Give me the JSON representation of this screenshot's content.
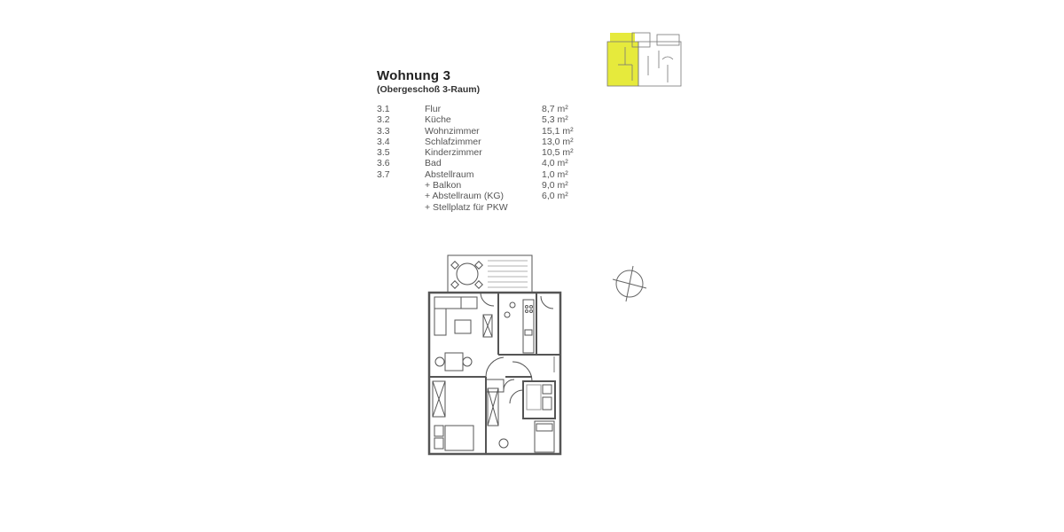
{
  "header": {
    "title": "Wohnung 3",
    "subtitle": "(Obergeschoß 3-Raum)"
  },
  "rooms": [
    {
      "num": "3.1",
      "name": "Flur",
      "area": "8,7 m²"
    },
    {
      "num": "3.2",
      "name": "Küche",
      "area": "5,3 m²"
    },
    {
      "num": "3.3",
      "name": "Wohnzimmer",
      "area": "15,1 m²"
    },
    {
      "num": "3.4",
      "name": "Schlafzimmer",
      "area": "13,0 m²"
    },
    {
      "num": "3.5",
      "name": "Kinderzimmer",
      "area": "10,5 m²"
    },
    {
      "num": "3.6",
      "name": "Bad",
      "area": "4,0 m²"
    },
    {
      "num": "3.7",
      "name": "Abstellraum",
      "area": "1,0 m²"
    },
    {
      "num": "",
      "name": "+ Balkon",
      "area": "9,0 m²"
    },
    {
      "num": "",
      "name": "+ Abstellraum (KG)",
      "area": "6,0 m²"
    },
    {
      "num": "",
      "name": "+ Stellplatz für PKW",
      "area": ""
    }
  ],
  "colors": {
    "highlight": "#e6ea3c",
    "lines": "#555555"
  },
  "icons": {
    "compass": "north-arrow-compass",
    "thumbnail": "building-location-thumbnail"
  }
}
